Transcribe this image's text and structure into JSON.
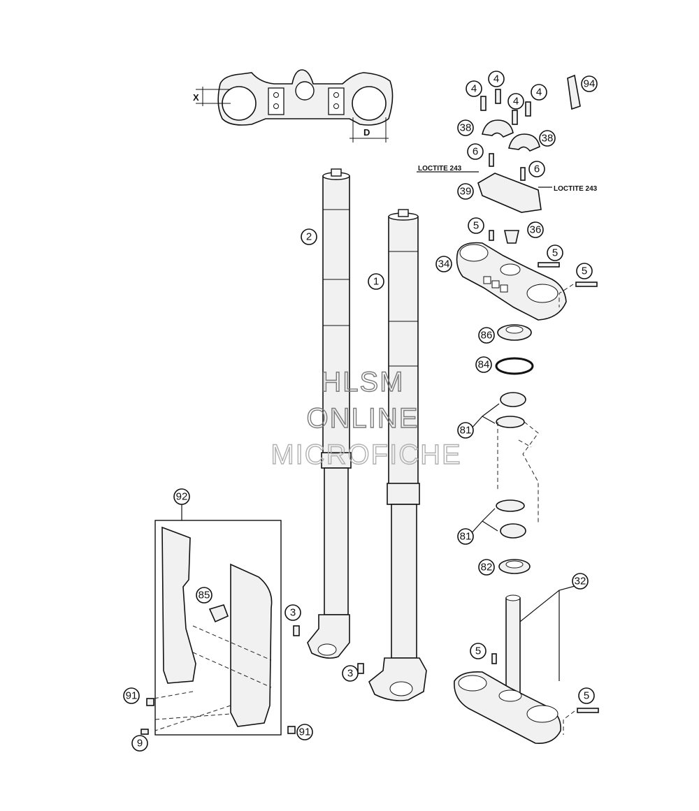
{
  "callouts": [
    {
      "id": "c1",
      "label": "1"
    },
    {
      "id": "c2",
      "label": "2"
    },
    {
      "id": "c3a",
      "label": "3"
    },
    {
      "id": "c3b",
      "label": "3"
    },
    {
      "id": "c4a",
      "label": "4"
    },
    {
      "id": "c4b",
      "label": "4"
    },
    {
      "id": "c4c",
      "label": "4"
    },
    {
      "id": "c4d",
      "label": "4"
    },
    {
      "id": "c5a",
      "label": "5"
    },
    {
      "id": "c5b",
      "label": "5"
    },
    {
      "id": "c5c",
      "label": "5"
    },
    {
      "id": "c5d",
      "label": "5"
    },
    {
      "id": "c5e",
      "label": "5"
    },
    {
      "id": "c6a",
      "label": "6"
    },
    {
      "id": "c6b",
      "label": "6"
    },
    {
      "id": "c9",
      "label": "9"
    },
    {
      "id": "c32",
      "label": "32"
    },
    {
      "id": "c34",
      "label": "34"
    },
    {
      "id": "c36",
      "label": "36"
    },
    {
      "id": "c38a",
      "label": "38"
    },
    {
      "id": "c38b",
      "label": "38"
    },
    {
      "id": "c39",
      "label": "39"
    },
    {
      "id": "c81a",
      "label": "81"
    },
    {
      "id": "c81b",
      "label": "81"
    },
    {
      "id": "c82",
      "label": "82"
    },
    {
      "id": "c84",
      "label": "84"
    },
    {
      "id": "c85",
      "label": "85"
    },
    {
      "id": "c86",
      "label": "86"
    },
    {
      "id": "c91a",
      "label": "91"
    },
    {
      "id": "c91b",
      "label": "91"
    },
    {
      "id": "c92",
      "label": "92"
    },
    {
      "id": "c94",
      "label": "94"
    }
  ],
  "notes": {
    "loctite_left": "LOCTITE 243",
    "loctite_right": "LOCTITE 243",
    "dim_x": "X",
    "dim_d": "D"
  },
  "watermark": {
    "line1": "HLSM",
    "line2": "ONLINE",
    "line3": "MICROFICHE"
  }
}
